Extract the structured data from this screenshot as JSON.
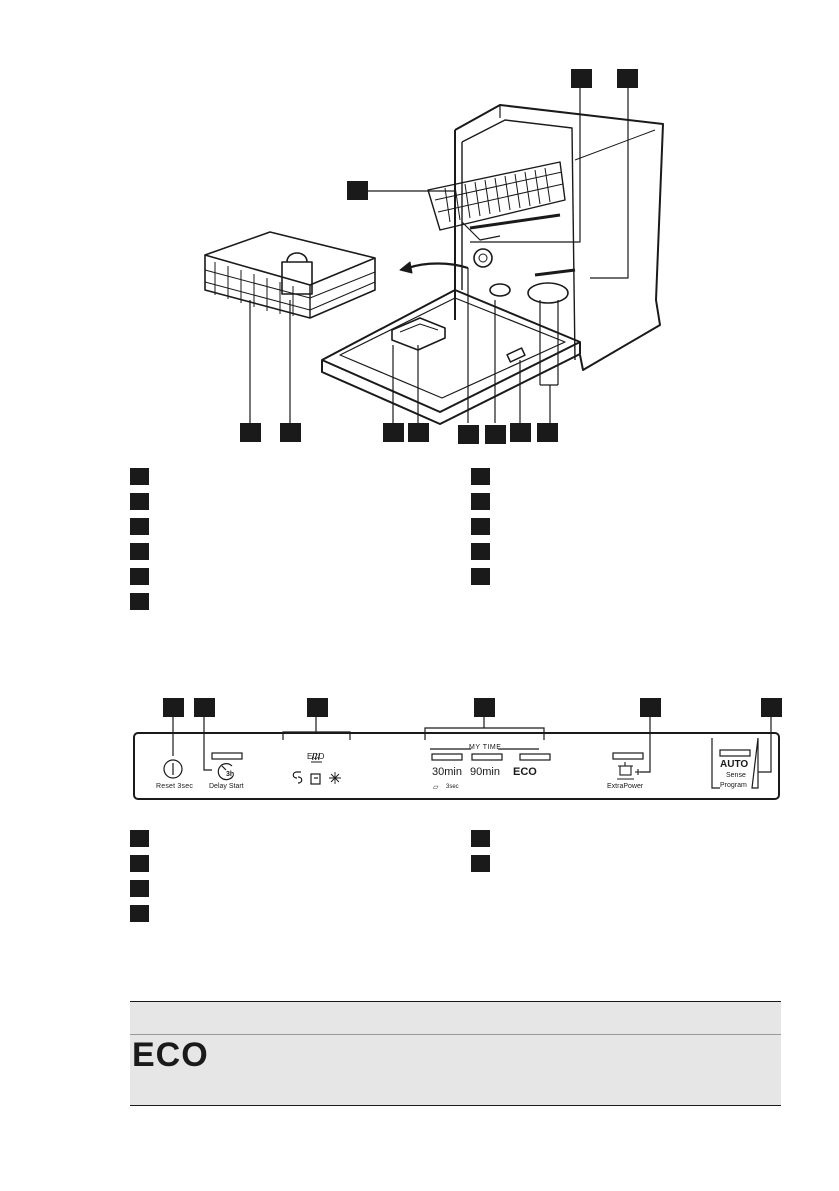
{
  "panel": {
    "reset_caption": "Reset 3sec",
    "delay_caption": "Delay Start",
    "delay_icon_text": "3h",
    "eco_heading": "ECO",
    "my_time_heading": "MY TIME",
    "option_30min": "30min",
    "option_90min": "90min",
    "option_eco": "ECO",
    "my_time_hint": "3sec",
    "extrapower_caption": "ExtraPower",
    "auto_title": "AUTO",
    "auto_sense": "Sense",
    "program_caption": "Program"
  },
  "table": {
    "eco_label": "ECO"
  },
  "icons": {
    "power": "power-icon",
    "delay": "delay-start-icon",
    "heat": "heat-icon",
    "rinse": "rinse-aid-icon",
    "salt": "salt-icon",
    "sparkle": "sparkle-icon",
    "extrapower": "extrapower-icon",
    "arrow": "arrow-icon"
  },
  "colors": {
    "ink": "#1a1a1a",
    "table_bg": "#e6e6e6"
  }
}
